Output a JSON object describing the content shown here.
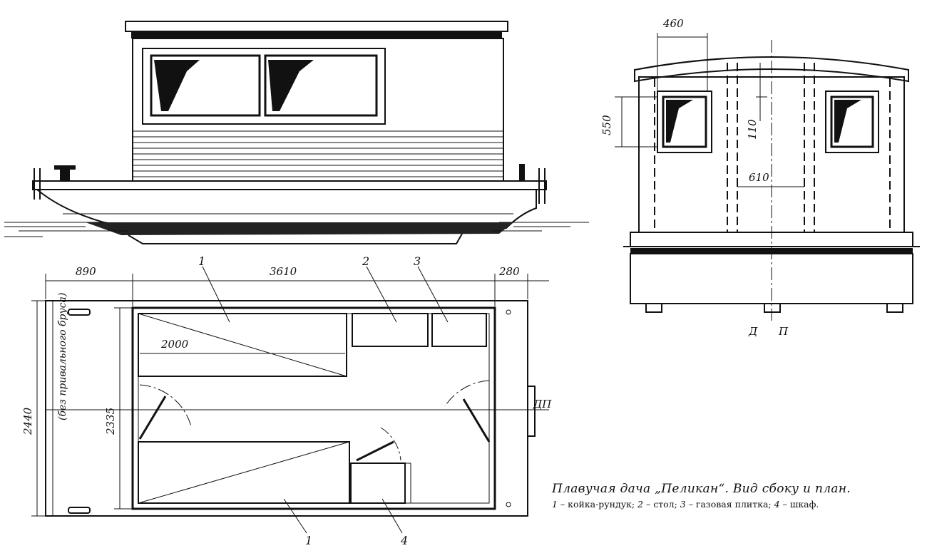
{
  "side_view": {
    "callouts": []
  },
  "plan_view": {
    "dim_overhang": "890",
    "dim_cabin_length": "3610",
    "dim_rear": "280",
    "dim_width_total": "2440",
    "dim_width_inner": "2335",
    "dim_bunk": "2000",
    "note_without_rubbing_strake": "(без привального бруса)",
    "axis_label": "ДП",
    "callouts": {
      "bunk_top": "1",
      "table": "2",
      "stove": "3",
      "bunk_bottom": "1",
      "cupboard": "4"
    }
  },
  "front_view": {
    "dim_window_width": "460",
    "dim_window_height": "550",
    "dim_window_offset": "110",
    "dim_door_width": "610",
    "axis_label_d": "Д",
    "axis_label_p": "П"
  },
  "caption": {
    "title": "Плавучая дача „Пеликан“. Вид сбоку и план.",
    "legend": [
      {
        "num": "1",
        "text": " – койка-рундук; "
      },
      {
        "num": "2",
        "text": " – стол; "
      },
      {
        "num": "3",
        "text": " – газовая плитка; "
      },
      {
        "num": "4",
        "text": " – шкаф."
      }
    ]
  }
}
